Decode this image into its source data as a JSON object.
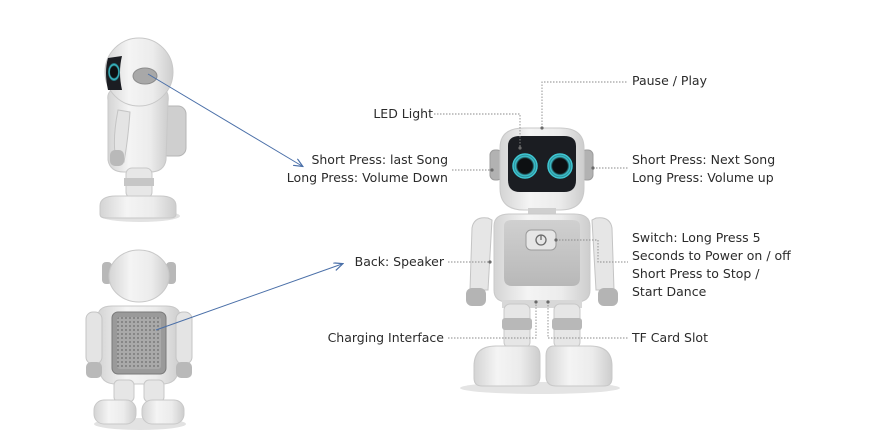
{
  "labels": {
    "pause_play": "Pause / Play",
    "led_light": "LED Light",
    "short_press_last": "Short Press: last Song",
    "long_press_volume_down": "Long Press: Volume Down",
    "short_press_next": "Short Press: Next Song",
    "long_press_volume_up": "Long Press: Volume up",
    "switch_lines": [
      "Switch: Long Press 5",
      "Seconds to Power on / off",
      "Short Press to Stop /",
      "Start Dance"
    ],
    "back_speaker": "Back: Speaker",
    "charging_interface": "Charging Interface",
    "tf_card_slot": "TF Card Slot"
  },
  "colors": {
    "line": "#8a8a8a",
    "arrow": "#4a6fa8",
    "body": "#e9e9e9",
    "body_shadow": "#cfcfcf",
    "face": "#1b1d22",
    "eye_glow": "#3fc7d3",
    "speaker": "#9a9a9a"
  }
}
